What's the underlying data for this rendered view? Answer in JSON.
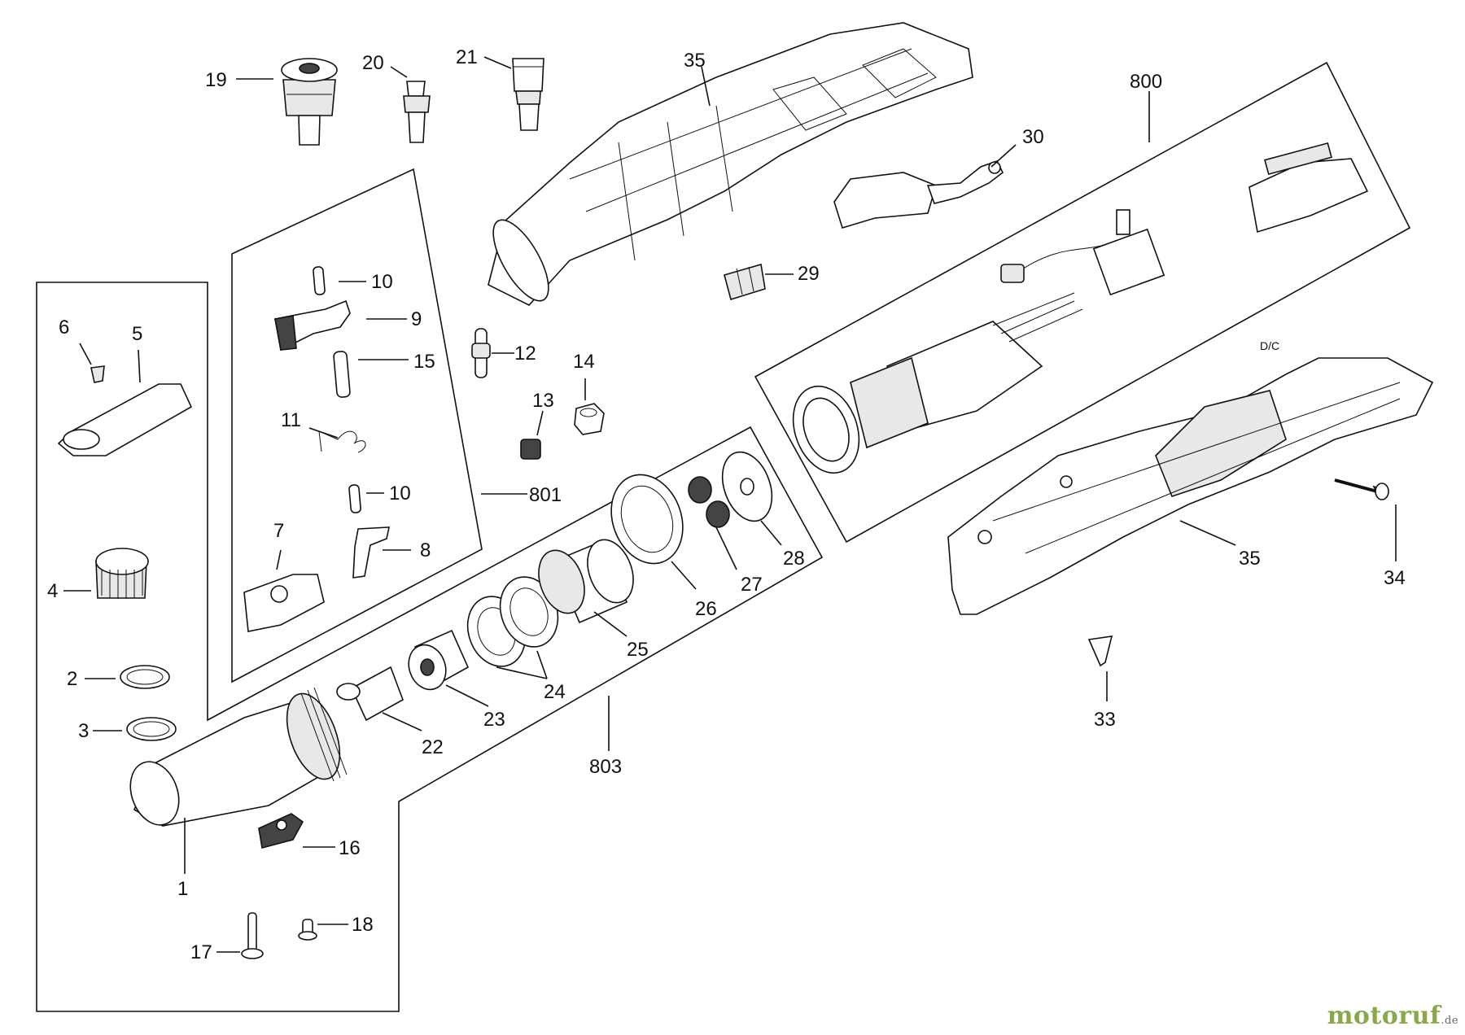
{
  "diagram": {
    "labels": [
      {
        "id": "p19",
        "text": "19"
      },
      {
        "id": "p20",
        "text": "20"
      },
      {
        "id": "p21",
        "text": "21"
      },
      {
        "id": "p35a",
        "text": "35"
      },
      {
        "id": "p800",
        "text": "800"
      },
      {
        "id": "p30",
        "text": "30"
      },
      {
        "id": "p10a",
        "text": "10"
      },
      {
        "id": "p9",
        "text": "9"
      },
      {
        "id": "p15",
        "text": "15"
      },
      {
        "id": "p11",
        "text": "11"
      },
      {
        "id": "p10b",
        "text": "10"
      },
      {
        "id": "p7",
        "text": "7"
      },
      {
        "id": "p8",
        "text": "8"
      },
      {
        "id": "p801",
        "text": "801"
      },
      {
        "id": "p12",
        "text": "12"
      },
      {
        "id": "p13",
        "text": "13"
      },
      {
        "id": "p14",
        "text": "14"
      },
      {
        "id": "p29",
        "text": "29"
      },
      {
        "id": "p6",
        "text": "6"
      },
      {
        "id": "p5",
        "text": "5"
      },
      {
        "id": "p4",
        "text": "4"
      },
      {
        "id": "p2",
        "text": "2"
      },
      {
        "id": "p3",
        "text": "3"
      },
      {
        "id": "p1",
        "text": "1"
      },
      {
        "id": "p16",
        "text": "16"
      },
      {
        "id": "p17",
        "text": "17"
      },
      {
        "id": "p18",
        "text": "18"
      },
      {
        "id": "p22",
        "text": "22"
      },
      {
        "id": "p23",
        "text": "23"
      },
      {
        "id": "p24",
        "text": "24"
      },
      {
        "id": "p25",
        "text": "25"
      },
      {
        "id": "p26",
        "text": "26"
      },
      {
        "id": "p27",
        "text": "27"
      },
      {
        "id": "p28",
        "text": "28"
      },
      {
        "id": "p803",
        "text": "803"
      },
      {
        "id": "p35b",
        "text": "35"
      },
      {
        "id": "p34",
        "text": "34"
      },
      {
        "id": "p33",
        "text": "33"
      }
    ],
    "housing_marking": "D/C"
  },
  "watermark": {
    "main": "motoruf",
    "tld": ".de",
    "color": "#8aa84a"
  }
}
